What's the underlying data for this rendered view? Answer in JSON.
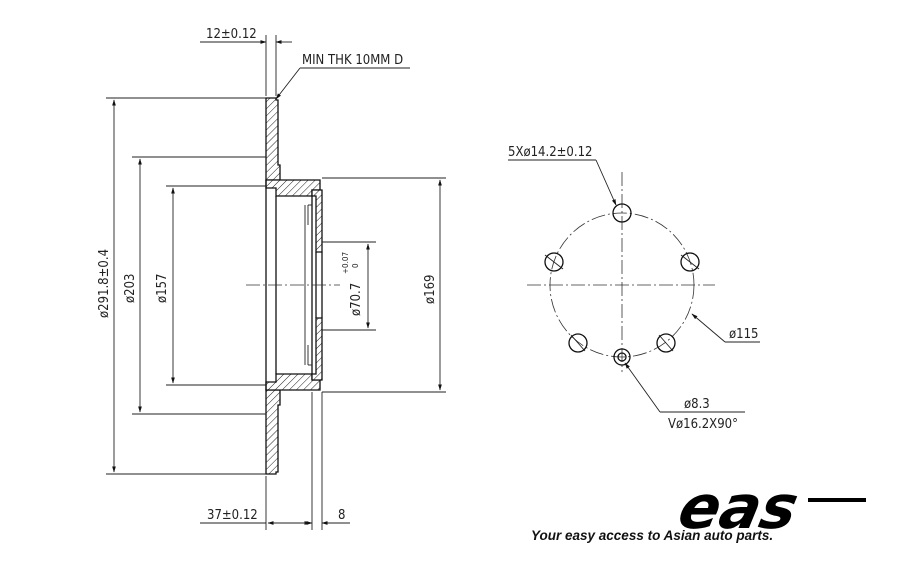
{
  "side_view": {
    "dim_thickness": "12±0.12",
    "note_min_thk": "MIN THK 10MM D",
    "dim_outer": "ø291.8±0.4",
    "dim_203": "ø203",
    "dim_157": "ø157",
    "dim_center_bore": "ø70.7",
    "dim_center_bore_tol_upper": "+0.07",
    "dim_center_bore_tol_lower": "0",
    "dim_169": "ø169",
    "dim_offset": "37±0.12",
    "dim_8": "8"
  },
  "front_view": {
    "dim_bolt_holes": "5Xø14.2±0.12",
    "dim_pcd": "ø115",
    "dim_small_hole": "ø8.3",
    "dim_countersink": "Vø16.2X90°"
  },
  "branding": {
    "logo": "eas",
    "tagline": "Your easy access to Asian auto parts."
  }
}
